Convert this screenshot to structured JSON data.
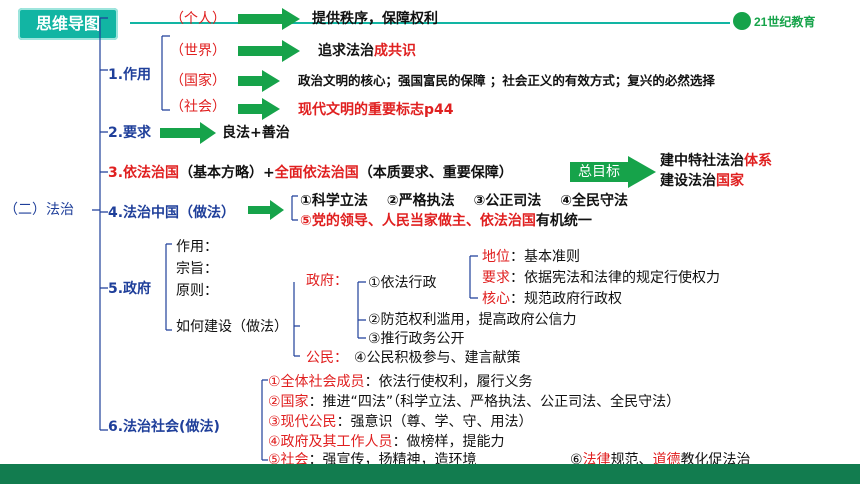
{
  "header": {
    "badge": "思维导图",
    "logo_text": "21世纪教育"
  },
  "root": "（二）法治",
  "sec1": {
    "title": "1.作用",
    "items": [
      {
        "tag": "（个人）",
        "text": "提供秩序，保障权利"
      },
      {
        "tag": "（世界）",
        "text_a": "追求法治",
        "text_b": "成共识"
      },
      {
        "tag": "（国家）",
        "text": "政治文明的核心；强国富民的保障 ；社会正义的有效方式；复兴的必然选择"
      },
      {
        "tag": "（社会）",
        "text": "现代文明的重要标志p44"
      }
    ]
  },
  "sec2": {
    "title": "2.要求",
    "text": "良法+善治"
  },
  "sec3": {
    "title_a": "3.依法治国",
    "title_b": "（基本方略）+",
    "title_c": "全面依法治国",
    "title_d": "（本质要求、重要保障）",
    "goal_label": "总目标",
    "goal1_a": "建中特社法治",
    "goal1_b": "体系",
    "goal2_a": "建设法治",
    "goal2_b": "国家"
  },
  "sec4": {
    "title": "4.法治中国（做法）",
    "line1": "①科学立法　 ②严格执法　 ③公正司法　 ④全民守法",
    "line2_a": "⑤党的领导、人民当家做主、依法治国",
    "line2_b": "有机统一"
  },
  "sec5": {
    "title": "5.政府",
    "labels": [
      "作用：",
      "宗旨：",
      "原则：",
      "如何建设（做法）"
    ],
    "gov_label": "政府：",
    "gov_item1": "①依法行政",
    "sub": [
      {
        "k": "地位",
        "v": "：基本准则"
      },
      {
        "k": "要求",
        "v": "：依据宪法和法律的规定行使权力"
      },
      {
        "k": "核心",
        "v": "：规范政府行政权"
      }
    ],
    "gov_item2": "②防范权利滥用，提高政府公信力",
    "gov_item3": "③推行政务公开",
    "citizen_label": "公民：",
    "citizen_item": "④公民积极参与、建言献策"
  },
  "sec6": {
    "title": "6.法治社会(做法)",
    "items": [
      {
        "k": "①全体社会成员",
        "v": "：依法行使权利，履行义务"
      },
      {
        "k": "②国家",
        "v": "：推进“四法”（科学立法、严格执法、公正司法、全民守法）"
      },
      {
        "k": "③现代公民",
        "v": "：强意识（尊、学、守、用法）"
      },
      {
        "k": "④政府及其工作人员",
        "v": "：做榜样，提能力"
      },
      {
        "k": "⑤社会",
        "v": "：强宣传，扬精神，造环境"
      }
    ],
    "item6_a": "⑥",
    "item6_b": "法律",
    "item6_c": "规范、",
    "item6_d": "道德",
    "item6_e": "教化促法治"
  },
  "colors": {
    "accent": "#12b5a3",
    "arrow": "#16a34a",
    "red": "#e02020",
    "blue": "#1f3f9a",
    "footer": "#127c4f"
  }
}
